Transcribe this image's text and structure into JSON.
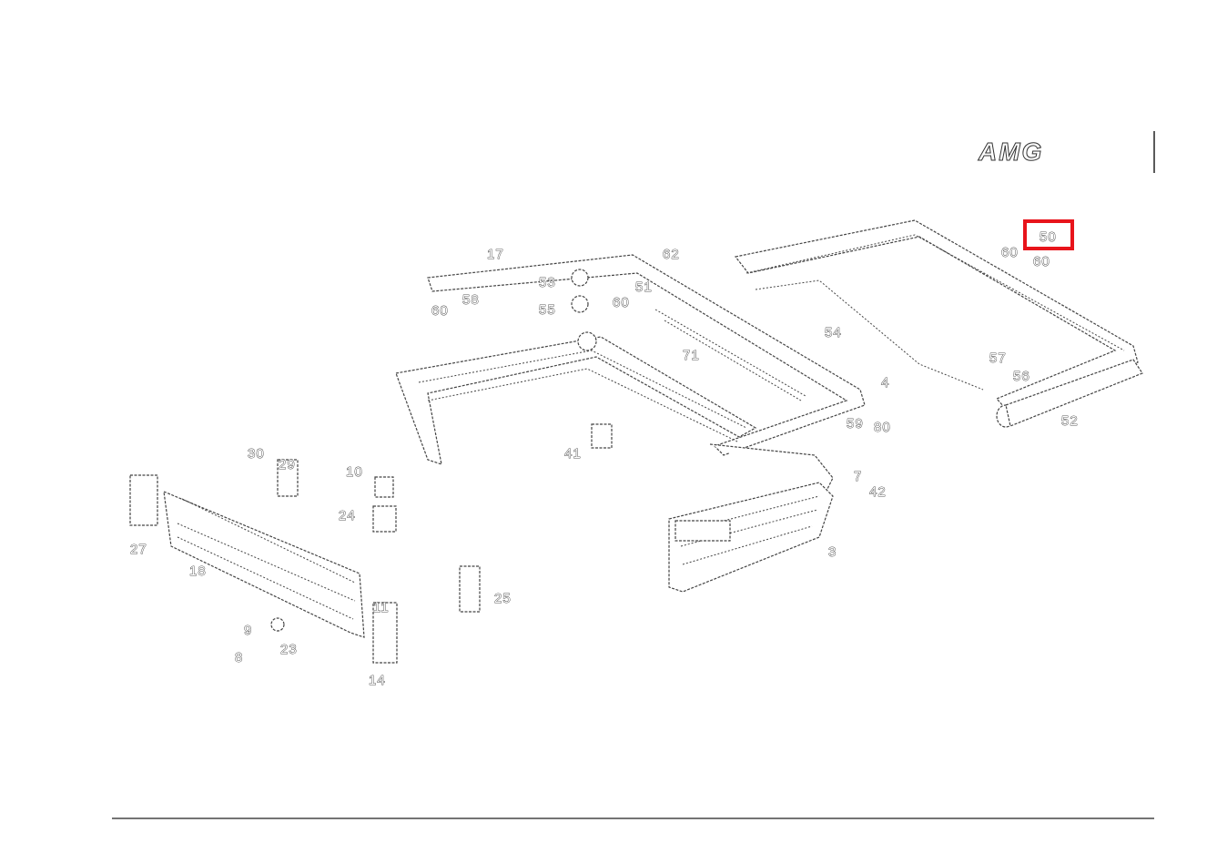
{
  "brand": {
    "logo_text": "AMG"
  },
  "highlight": {
    "label": "50",
    "color": "#e8141b"
  },
  "callouts": {
    "c17": "17",
    "c62": "62",
    "c53": "53",
    "c60a": "60",
    "c58": "58",
    "c55": "55",
    "c60b": "60",
    "c51": "51",
    "c54": "54",
    "c71": "71",
    "c57": "57",
    "c4": "4",
    "c59": "59",
    "c80": "80",
    "c41": "41",
    "c60c": "60",
    "c56": "56",
    "c60d": "60",
    "c52": "52",
    "c42": "42",
    "c7": "7",
    "c3": "3",
    "c30": "30",
    "c29": "29",
    "c10": "10",
    "c24": "24",
    "c27": "27",
    "c18": "18",
    "c11": "11",
    "c25": "25",
    "c9": "9",
    "c8": "8",
    "c23": "23",
    "c14": "14"
  },
  "colors": {
    "line": "#444444",
    "rule": "#222222",
    "background": "#ffffff"
  }
}
